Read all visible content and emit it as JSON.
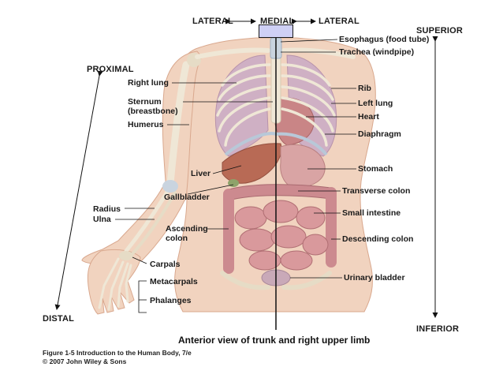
{
  "orientation": {
    "lateral_left": "LATERAL",
    "medial": "MEDIAL",
    "lateral_right": "LATERAL",
    "proximal": "PROXIMAL",
    "distal": "DISTAL",
    "superior": "SUPERIOR",
    "inferior": "INFERIOR"
  },
  "labels_left": {
    "right_lung": "Right lung",
    "sternum_1": "Sternum",
    "sternum_2": "(breastbone)",
    "humerus": "Humerus",
    "liver": "Liver",
    "gallbladder": "Gallbladder",
    "radius": "Radius",
    "ulna": "Ulna",
    "ascending_colon_1": "Ascending",
    "ascending_colon_2": "colon",
    "carpals": "Carpals",
    "metacarpals": "Metacarpals",
    "phalanges": "Phalanges"
  },
  "labels_right": {
    "esophagus": "Esophagus (food tube)",
    "trachea": "Trachea (windpipe)",
    "rib": "Rib",
    "left_lung": "Left lung",
    "heart": "Heart",
    "diaphragm": "Diaphragm",
    "stomach": "Stomach",
    "transverse_colon": "Transverse colon",
    "small_intestine": "Small intestine",
    "descending_colon": "Descending colon",
    "urinary_bladder": "Urinary bladder"
  },
  "caption": "Anterior view of trunk and right upper limb",
  "credit": {
    "figure": "Figure 1-5",
    "book": "Introduction to the Human Body, 7/e",
    "copyright": "© 2007 John Wiley & Sons"
  },
  "colors": {
    "skin": "#f1d3bf",
    "bone": "#efe7d6",
    "lung": "#cfb0c4",
    "liver": "#b86a55",
    "stomach": "#d9a4a4",
    "intestine": "#cc8a8f",
    "nerve_blue": "#b8c8d8",
    "medial_box": "#cfd0f5"
  }
}
